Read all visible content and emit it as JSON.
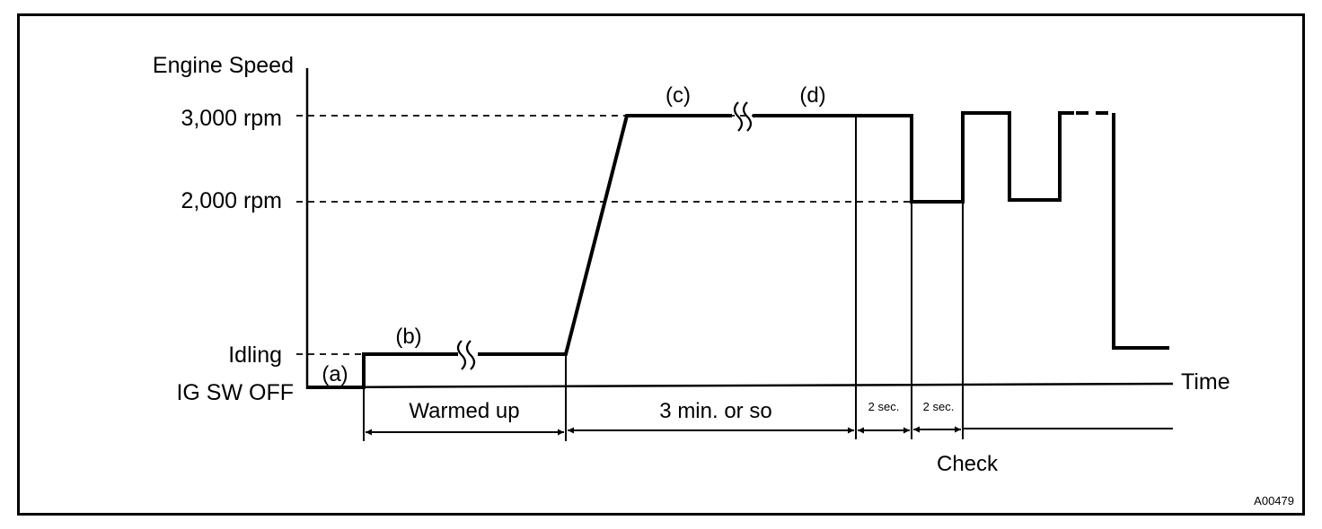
{
  "axis": {
    "y_title": "Engine Speed",
    "x_title": "Time",
    "levels": {
      "rpm3000": "3,000 rpm",
      "rpm2000": "2,000 rpm",
      "idling": "Idling",
      "off": "IG SW OFF"
    }
  },
  "stages": {
    "a": "(a)",
    "b": "(b)",
    "c": "(c)",
    "d": "(d)"
  },
  "intervals": {
    "warmed_up": "Warmed up",
    "three_min": "3 min. or so",
    "two_sec_1": "2 sec.",
    "two_sec_2": "2 sec.",
    "check": "Check"
  },
  "figure_code": "A00479",
  "colors": {
    "line": "#000000",
    "background": "#ffffff"
  }
}
